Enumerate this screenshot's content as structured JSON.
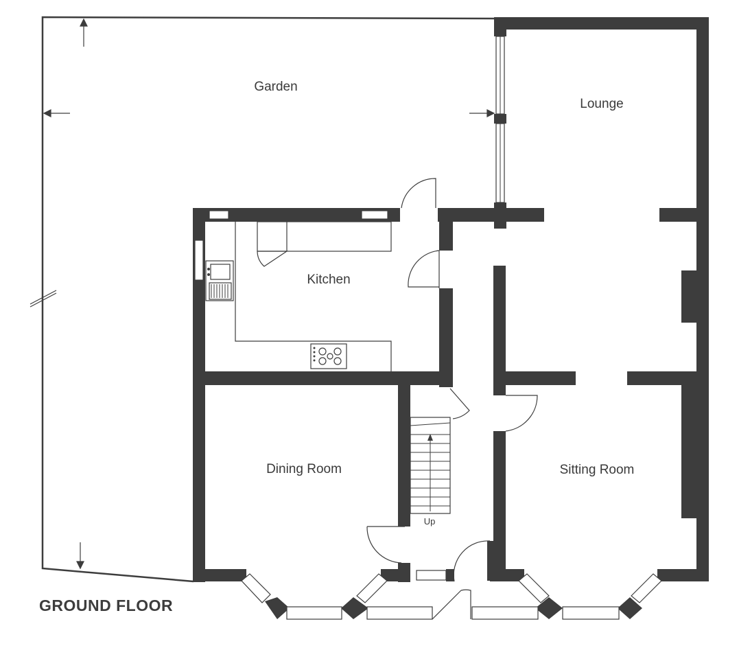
{
  "floor_title": "GROUND FLOOR",
  "rooms": {
    "garden": "Garden",
    "lounge": "Lounge",
    "kitchen": "Kitchen",
    "dining_room": "Dining Room",
    "sitting_room": "Sitting Room"
  },
  "stairs_label": "Up",
  "colors": {
    "wall": "#3d3d3d",
    "background": "#ffffff"
  },
  "icons": [
    "sink-icon",
    "hob-icon",
    "stairs-arrow-icon",
    "dimension-arrow-icon",
    "break-mark-icon"
  ]
}
